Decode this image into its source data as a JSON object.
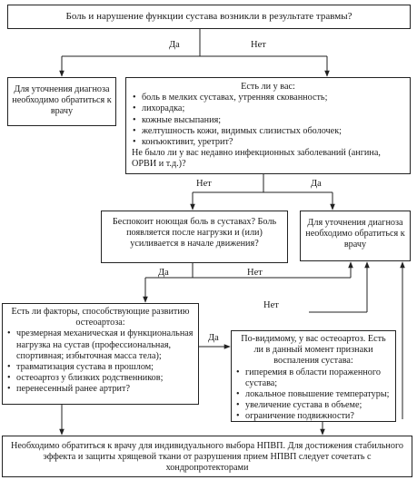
{
  "q_trauma": "Боль и нарушение функции сустава возникли в результате травмы?",
  "labels": {
    "yes_1": "Да",
    "no_1": "Нет",
    "no_2": "Нет",
    "yes_2": "Да",
    "yes_3": "Да",
    "no_3": "Нет",
    "no_4": "Нет",
    "yes_4": "Да"
  },
  "doctor_left": "Для уточнения диагноза необходимо обратиться к врачу",
  "symptoms": {
    "title": "Есть ли у вас:",
    "items": [
      "боль в мелких суставах, утренняя скованность;",
      "лихорадка;",
      "кожные высыпания;",
      "желтушность кожи, видимых слизистых оболочек;",
      "конъюктивит, уретрит?"
    ],
    "footer": "Не было ли у вас недавно инфекционных заболеваний (ангина, ОРВИ и т.д.)?"
  },
  "pain_question": "Беспокоит ноющая боль в суставах? Боль появляется после нагрузки и (или) усиливается в начале движения?",
  "doctor_right": "Для уточнения диагноза необходимо обратиться к врачу",
  "risk": {
    "title": "Есть ли факторы, способствующие развитию остеоартоза:",
    "items": [
      "чрезмерная механическая и функциональная нагрузка на сустав (профессиональная, спортивная; избыточная масса тела);",
      "травматизация сустава в прошлом;",
      "остеоартоз у близких родственников;",
      "перенесенный ранее артрит?"
    ]
  },
  "oa": {
    "title": "По-видимому, у вас остеоартоз. Есть ли в данный момент признаки воспаления сустава:",
    "items": [
      "гиперемия в области пораженного сустава;",
      "локальное повышение температуры;",
      "увеличение сустава в объеме;",
      "ограничение подвижности?"
    ]
  },
  "final": "Необходимо обратиться к врачу для индивидуального выбора НПВП. Для достижения стабильного эффекта и защиты хрящевой ткани от разрушения прием НПВП следует сочетать с хондропротекторами"
}
